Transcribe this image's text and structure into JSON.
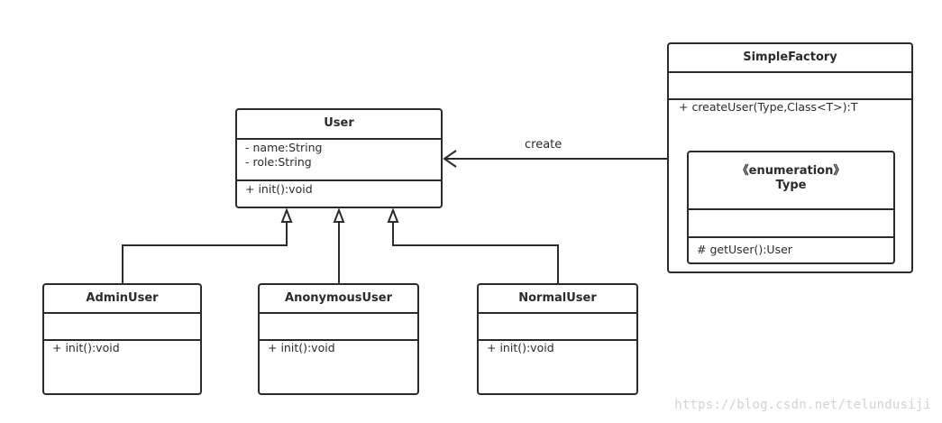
{
  "classes": {
    "user": {
      "name": "User",
      "attributes": [
        "- name:String",
        "- role:String"
      ],
      "methods": [
        "+ init():void"
      ]
    },
    "simple_factory": {
      "name": "SimpleFactory",
      "attributes": [],
      "methods": [
        "+ createUser(Type,Class<T>):T"
      ]
    },
    "type_enum": {
      "stereotype": "《enumeration》",
      "name": "Type",
      "attributes": [],
      "methods": [
        "# getUser():User"
      ]
    },
    "admin_user": {
      "name": "AdminUser",
      "attributes": [],
      "methods": [
        "+ init():void"
      ]
    },
    "anonymous_user": {
      "name": "AnonymousUser",
      "attributes": [],
      "methods": [
        "+ init():void"
      ]
    },
    "normal_user": {
      "name": "NormalUser",
      "attributes": [],
      "methods": [
        "+ init():void"
      ]
    }
  },
  "relations": {
    "create_label": "create",
    "inheritance": [
      "AdminUser -> User",
      "AnonymousUser -> User",
      "NormalUser -> User"
    ],
    "dependency": "SimpleFactory -> User"
  },
  "watermark": "https://blog.csdn.net/telundusiji",
  "colors": {
    "stroke": "#2b2b2b",
    "background": "#ffffff",
    "watermark": "#d3d3d3"
  }
}
